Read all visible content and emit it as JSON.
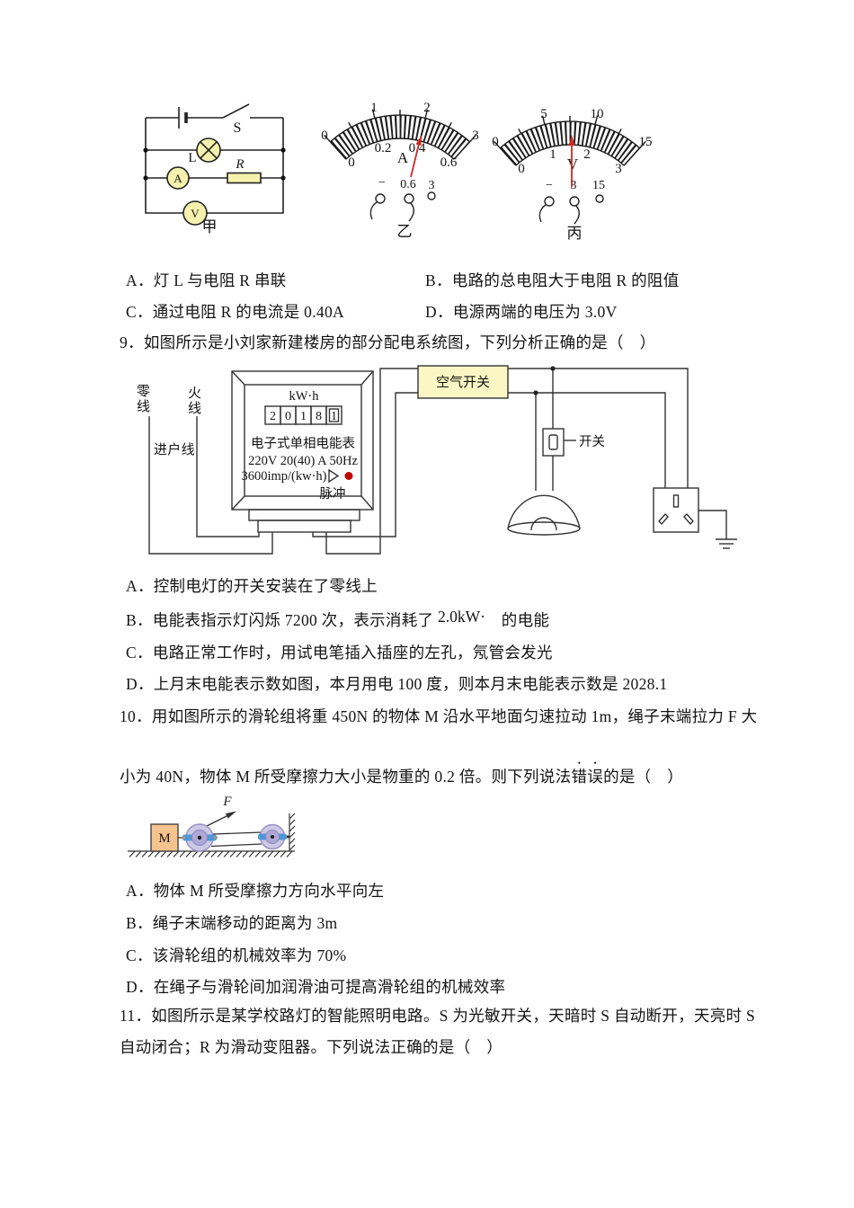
{
  "colors": {
    "component_yellow": "#f6f2ae",
    "air_switch_yellow": "#fbf7c4",
    "needle_red": "#cc2a23",
    "pulse_dot_red": "#c40000",
    "block_tan": "#f5c48e",
    "pulley_lavender": "#cdc8e6",
    "pulley_ring": "#b0a8d4",
    "pulley_band_blue": "#4f97d7"
  },
  "f8": {
    "jia": {
      "caption": "甲",
      "s": "S",
      "l": "L",
      "r": "R",
      "a": "A",
      "v": "V"
    },
    "yi": {
      "caption": "乙",
      "unit": "A",
      "outer": [
        "0",
        "1",
        "2",
        "3"
      ],
      "inner": [
        "0",
        "0.2",
        "0.4",
        "0.6"
      ],
      "t": [
        "−",
        "0.6",
        "3"
      ]
    },
    "bing": {
      "caption": "丙",
      "unit": "V",
      "outer": [
        "0",
        "5",
        "10",
        "15"
      ],
      "inner": [
        "0",
        "1",
        "2",
        "3"
      ],
      "t": [
        "−",
        "3",
        "15"
      ]
    }
  },
  "q8": {
    "options": [
      "A．灯 L 与电阻 R 串联",
      "B．电路的总电阻大于电阻 R 的阻值",
      "C．通过电阻 R 的电流是 0.40A",
      "D．电源两端的电压为 3.0V"
    ]
  },
  "q9": {
    "stem": "9．如图所示是小刘家新建楼房的部分配电系统图，下列分析正确的是（　）",
    "optA": "A．控制电灯的开关安装在了零线上",
    "optB_pre": "B．电能表指示灯闪烁 7200 次，表示消耗了 ",
    "optB_sup": "2.0kW·",
    "optB_post": "　的电能",
    "optC": "C．电路正常工作时，用试电笔插入插座的左孔，氖管会发光",
    "optD": "D．上月末电能表示数如图，本月用电 100 度，则本月末电能表示数是 2028.1"
  },
  "f9": {
    "neutral": "零线",
    "live": "火线",
    "service": "进户线",
    "kwh": "kW·h",
    "digits": [
      "2",
      "0",
      "1",
      "8",
      "1"
    ],
    "name": "电子式单相电能表",
    "spec": "220V 20(40) A 50Hz",
    "imp": "3600imp/(kw·h)",
    "pulse": "脉冲",
    "air": "空气开关",
    "sw": "开关"
  },
  "q10": {
    "stem1": "10．用如图所示的滑轮组将重 450N 的物体 M 沿水平地面匀速拉动 1m，绳子末端拉力 F 大",
    "stem2_pre": "小为 40N，物体 M 所受摩擦力大小是物重的 0.2 倍。则下列说法",
    "emph": "错误",
    "stem2_post": "的是（　）",
    "options": [
      "A．物体 M 所受摩擦力方向水平向左",
      "B．绳子末端移动的距离为 3m",
      "C．该滑轮组的机械效率为 70%",
      "D．在绳子与滑轮间加润滑油可提高滑轮组的机械效率"
    ]
  },
  "f10": {
    "m": "M",
    "f": "F"
  },
  "q11": {
    "line1": "11．如图所示是某学校路灯的智能照明电路。S 为光敏开关，天暗时 S 自动断开，天亮时 S",
    "line2": "自动闭合；R 为滑动变阻器。下列说法正确的是（　）"
  }
}
